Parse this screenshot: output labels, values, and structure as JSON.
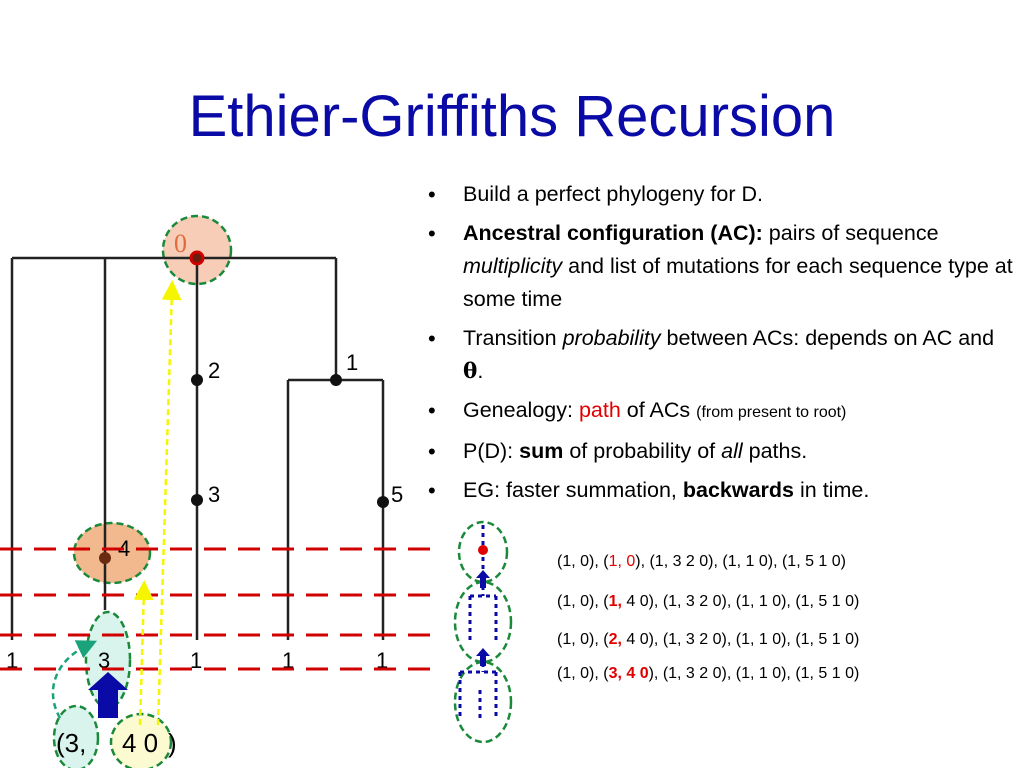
{
  "title": "Ethier-Griffiths Recursion",
  "bullets": {
    "b1": "Build a perfect phylogeny for D.",
    "b2_bold": "Ancestral configuration (AC):",
    "b2_a": " pairs of sequence ",
    "b2_italic": "multiplicity",
    "b2_b": " and list of mutations for each sequence type at some time",
    "b3_a": "Transition ",
    "b3_italic": "probability",
    "b3_b": " between ACs: depends on AC and ",
    "b3_theta": "θ",
    "b3_end": ".",
    "b4_a": "Genealogy: ",
    "b4_red": "path",
    "b4_b": " of ACs ",
    "b4_small": "(from present to root)",
    "b5_a": "P(D): ",
    "b5_bold": "sum",
    "b5_b": " of probability of ",
    "b5_italic": "all",
    "b5_c": " paths.",
    "b6_a": "EG: faster summation, ",
    "b6_bold": "backwards",
    "b6_b": " in time."
  },
  "ac_rows": [
    {
      "pre": "(1, 0), (",
      "hl": "1, 0",
      "post": "), (1, 3 2 0), (1, 1 0), (1, 5 1 0)"
    },
    {
      "pre": "(1, 0), (",
      "hl": "1,",
      "post": " 4 0), (1, 3 2 0), (1, 1 0), (1, 5 1 0)"
    },
    {
      "pre": "(1, 0), (",
      "hl": "2,",
      "post": " 4 0), (1, 3 2 0), (1, 1 0), (1, 5 1 0)"
    },
    {
      "pre": "(1, 0), (",
      "hl": "3, 4 0",
      "post": "), (1, 3 2 0), (1, 1 0), (1, 5 1 0)"
    }
  ],
  "tree": {
    "root_label": "0",
    "mutation_labels": [
      "2",
      "3",
      "4",
      "1",
      "5"
    ],
    "leaf_counts": [
      "1",
      "3",
      "1",
      "1",
      "1"
    ],
    "bottom_text": "(3,  4 0)",
    "bottom_left": "(3,",
    "bottom_mid": "4 0",
    "bottom_right": ")"
  },
  "colors": {
    "title": "#0a0aa6",
    "dashed_red": "#d00000",
    "circle_green": "#1a8a3a",
    "highlight_red": "#e00000",
    "navy_arrow": "#0a0aa6",
    "yellow_arrow": "#f5f500",
    "teal_arrow": "#1aa27a"
  }
}
